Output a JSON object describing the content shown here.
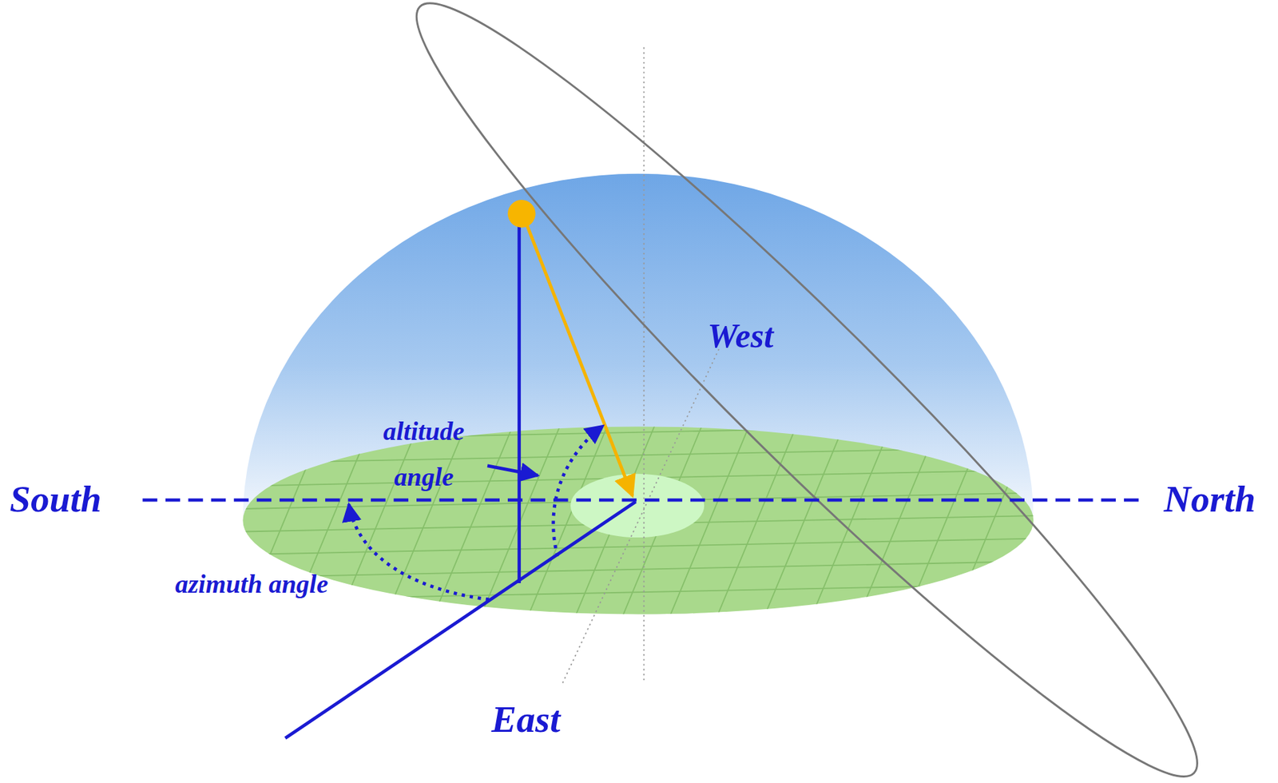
{
  "diagram": {
    "labels": [
      "West",
      "altitude angle",
      "South",
      "North",
      "azimuth angle",
      "East"
    ]
  }
}
